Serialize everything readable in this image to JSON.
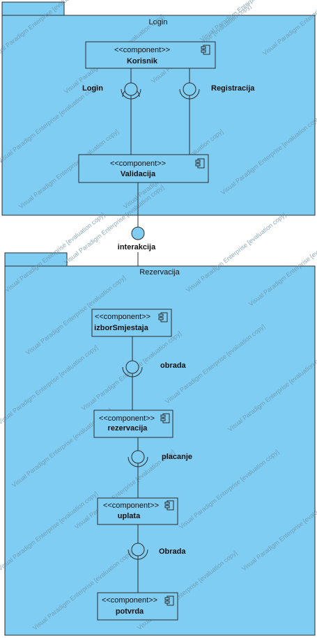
{
  "packages": {
    "login": {
      "name": "Login"
    },
    "rezervacija": {
      "name": "Rezervacija"
    }
  },
  "components": {
    "korisnik": {
      "stereotype": "<<component>>",
      "name": "Korisnik"
    },
    "validacija": {
      "stereotype": "<<component>>",
      "name": "Validacija"
    },
    "izbor": {
      "stereotype": "<<component>>",
      "name": "izborSmjestaja"
    },
    "rezervacija": {
      "stereotype": "<<component>>",
      "name": "rezervacija"
    },
    "uplata": {
      "stereotype": "<<component>>",
      "name": "uplata"
    },
    "potvrda": {
      "stereotype": "<<component>>",
      "name": "potvrda"
    }
  },
  "interfaces": {
    "login": "Login",
    "registracija": "Registracija",
    "interakcija": "interakcija",
    "obrada1": "obrada",
    "placanje": "placanje",
    "obrada2": "Obrada"
  },
  "watermark": "Visual Paradigm Enterprise [evaluation copy]",
  "colors": {
    "fill": "#7fcdf2",
    "stroke": "#2b2b2b"
  }
}
